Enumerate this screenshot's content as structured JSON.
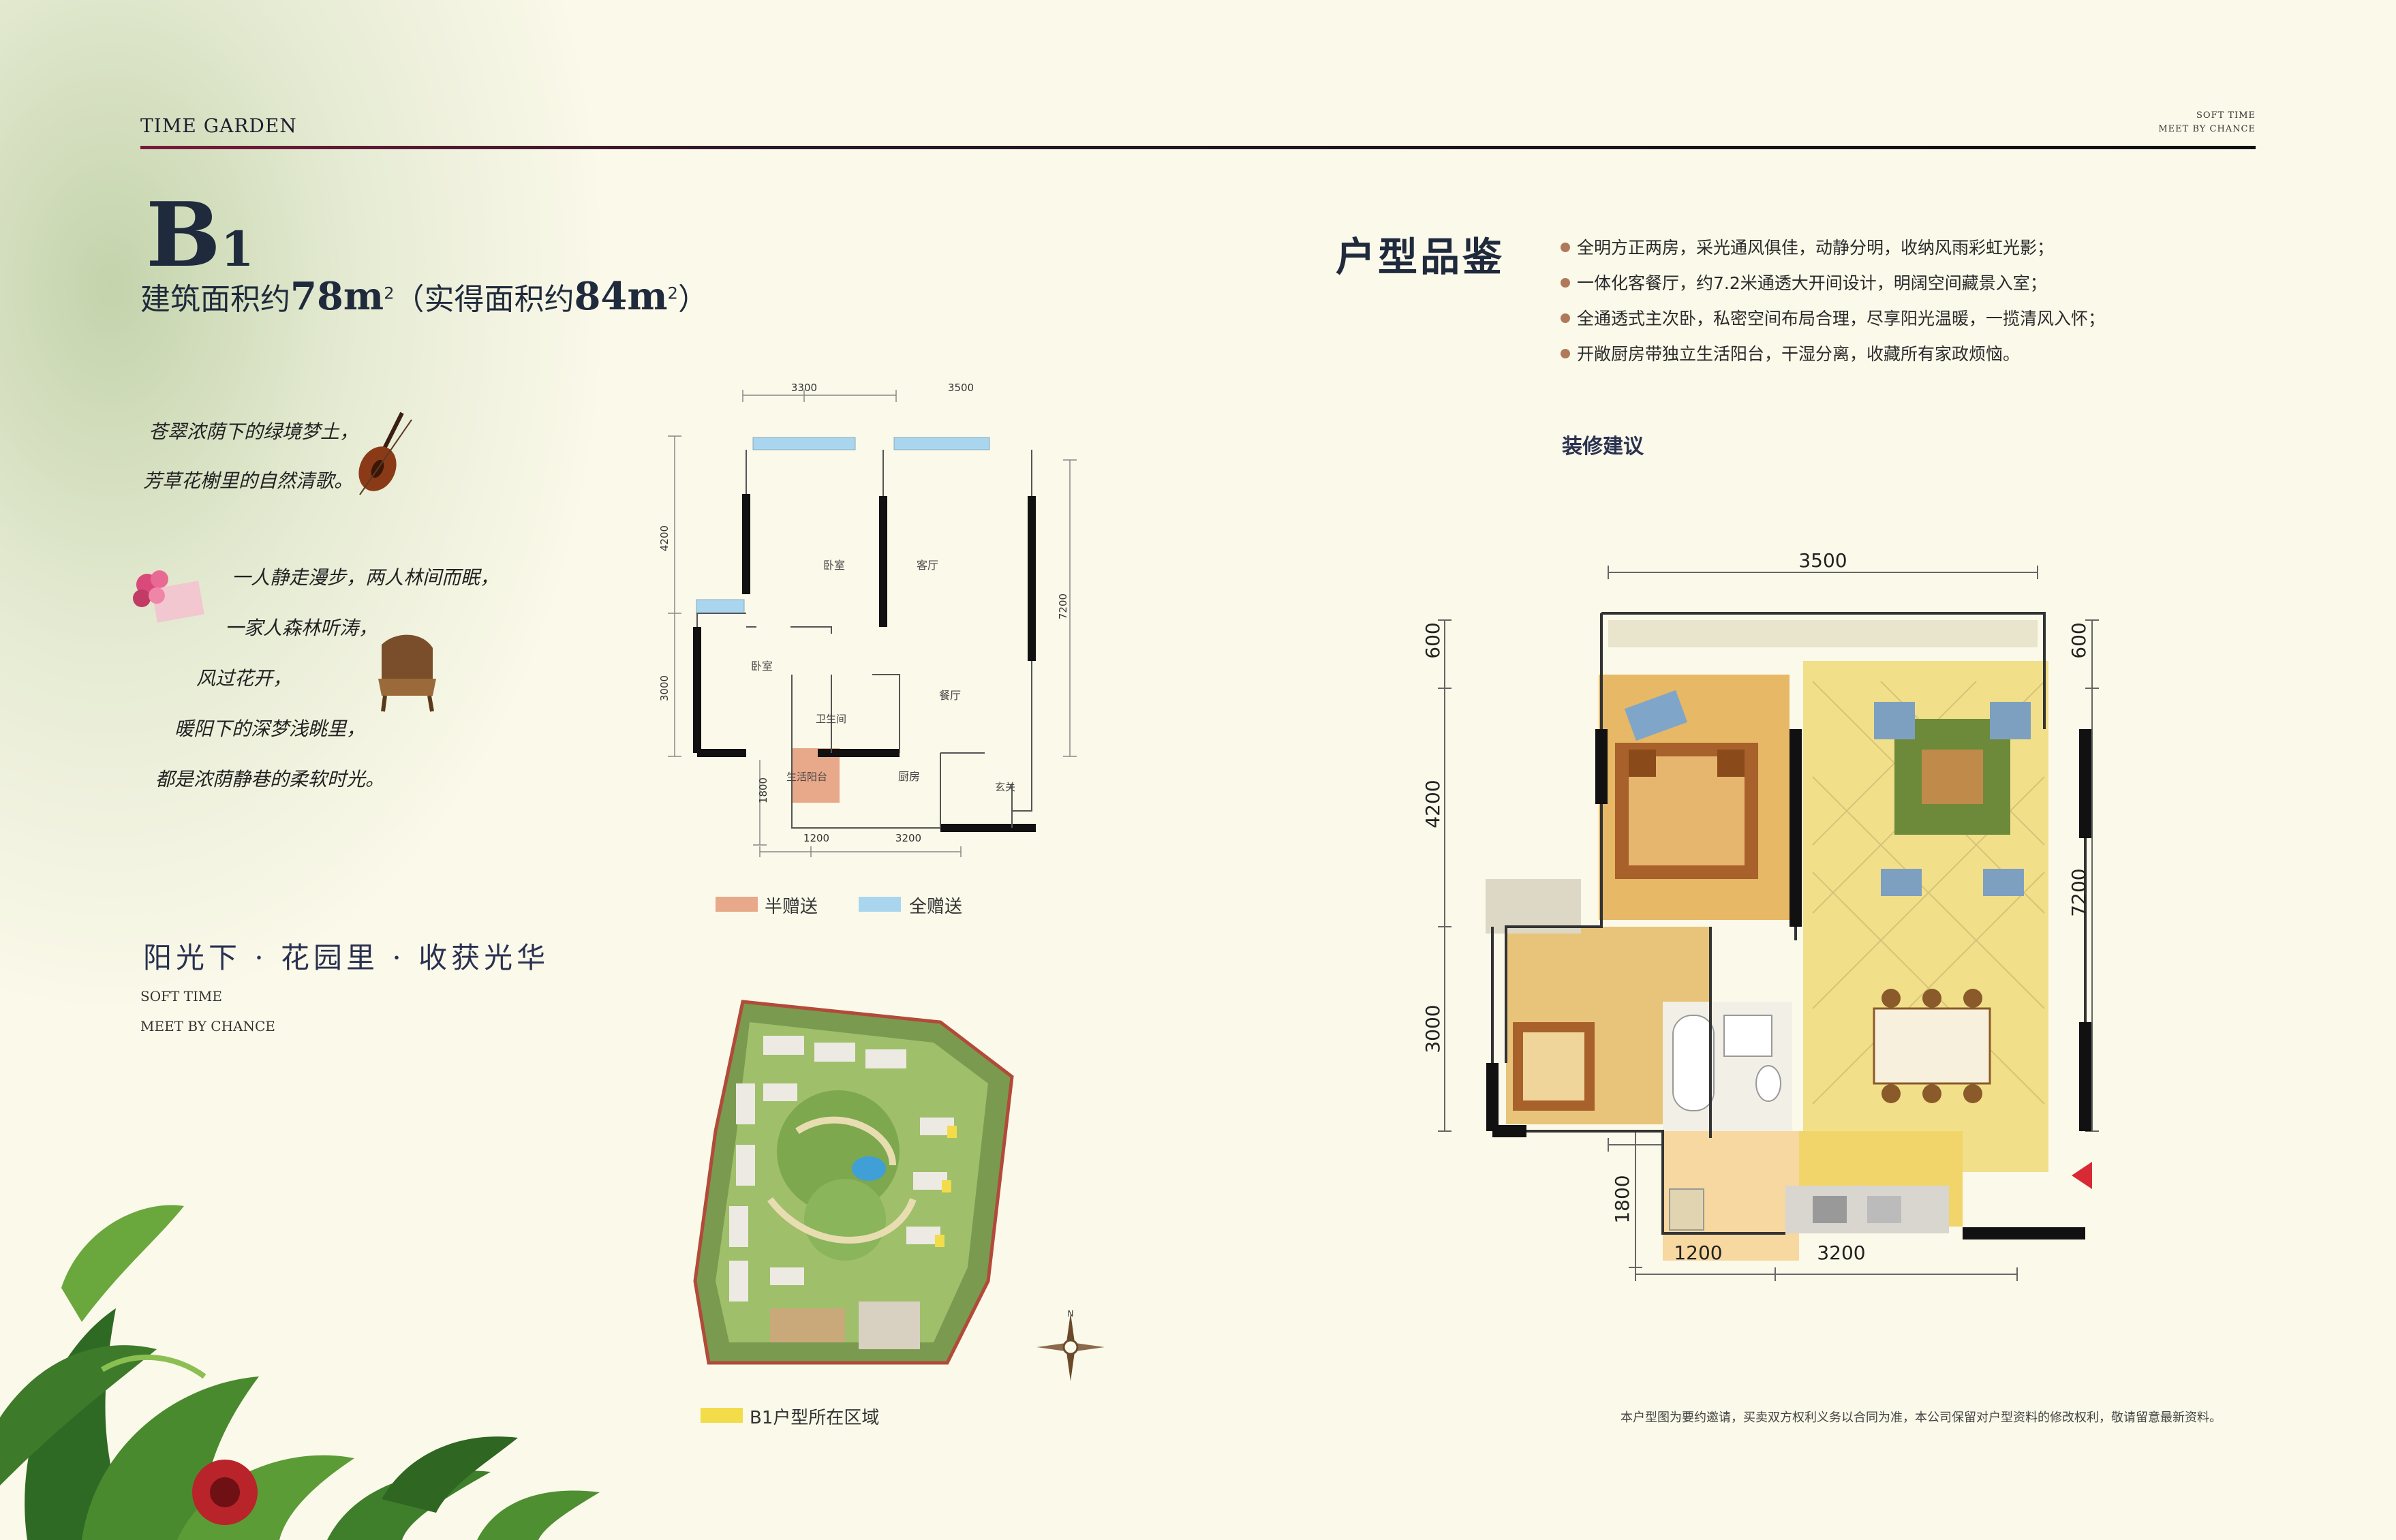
{
  "header": {
    "brand": "TIME GARDEN",
    "tagline_line1": "SOFT TIME",
    "tagline_line2": "MEET BY CHANCE"
  },
  "unit": {
    "code_main": "B",
    "code_sub": "1",
    "area_prefix": "建筑面积约",
    "area_value": "78m",
    "area_mid": "（实得面积约",
    "actual_value": "84m",
    "area_suffix": "）",
    "sq": "2"
  },
  "poem": {
    "line1": "苍翠浓荫下的绿境梦土，",
    "line2": "芳草花榭里的自然清歌。",
    "line3": "一人静走漫步，两人林间而眠，",
    "line4": "一家人森林听涛，",
    "line5": "风过花开，",
    "line6": "暖阳下的深梦浅眺里，",
    "line7": "都是浓荫静巷的柔软时光。"
  },
  "slogan": "阳光下 · 花园里 · 收获光华",
  "soft_time": {
    "line1": "SOFT TIME",
    "line2": "MEET BY CHANCE"
  },
  "small_plan": {
    "dims": {
      "top_left": "3300",
      "top_right": "3500",
      "left_upper": "4200",
      "left_lower": "3000",
      "right": "7200",
      "left_bottom": "1800",
      "bottom_left": "1200",
      "bottom_right": "3200"
    },
    "rooms": {
      "bedroom1": "卧室",
      "living": "客厅",
      "bedroom2": "卧室",
      "bath": "卫生间",
      "dining": "餐厅",
      "balcony": "生活阳台",
      "kitchen": "厨房",
      "entry": "玄关"
    }
  },
  "legend": {
    "half": "半赠送",
    "full": "全赠送",
    "half_color": "#e8a98a",
    "full_color": "#a9d6ee"
  },
  "site_legend": {
    "label": "B1户型所在区域",
    "color": "#f2dc4a"
  },
  "compass": {
    "north": "N"
  },
  "right": {
    "section_title": "户型品鉴",
    "features": [
      "全明方正两房，采光通风俱佳，动静分明，收纳风雨彩虹光影；",
      "一体化客餐厅，约7.2米通透大开间设计，明阔空间藏景入室；",
      "全通透式主次卧，私密空间布局合理，尽享阳光温暖，一揽清风入怀；",
      "开敞厨房带独立生活阳台，干湿分离，收藏所有家政烦恼。"
    ],
    "deco_title": "装修建议"
  },
  "big_plan": {
    "dims": {
      "top": "3500",
      "left_top": "600",
      "right_top": "600",
      "left_mid": "4200",
      "left_low": "3000",
      "right": "7200",
      "left_bottom": "1800",
      "bottom_left": "1200",
      "bottom_right": "3200"
    }
  },
  "disclaimer": "本户型图为要约邀请，买卖双方权利义务以合同为准，本公司保留对户型资料的修改权利，敬请留意最新资料。"
}
